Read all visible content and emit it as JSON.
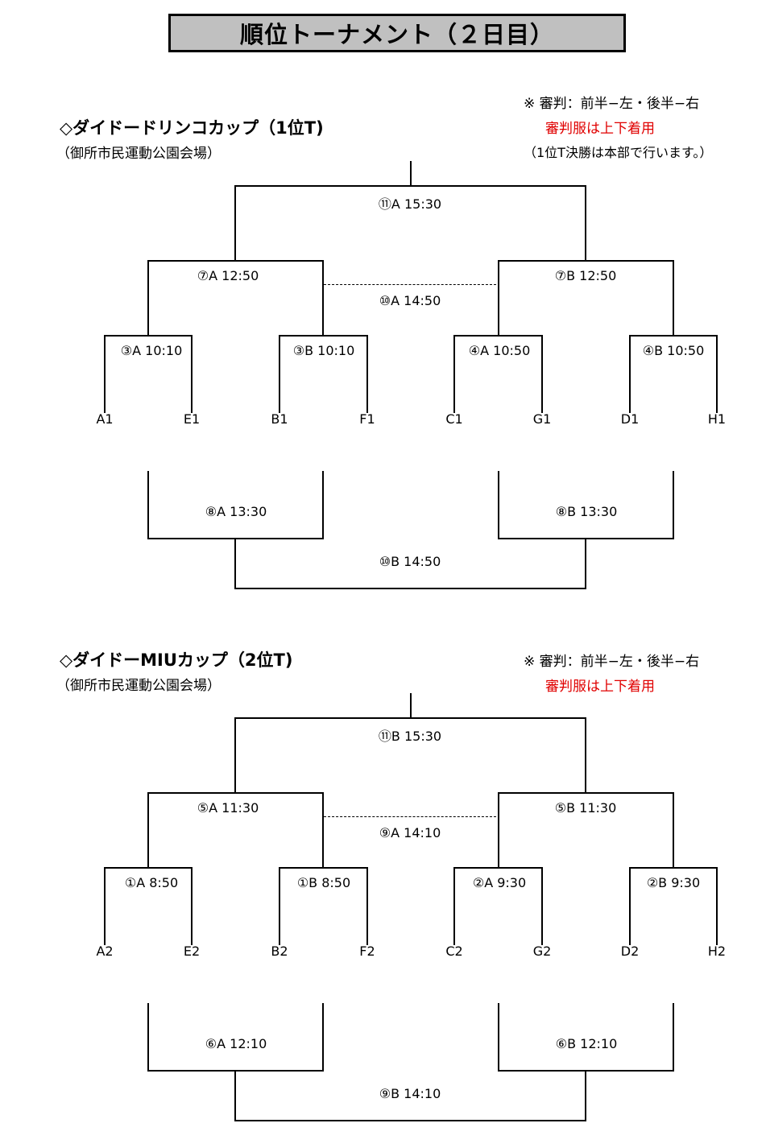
{
  "title": "順位トーナメント（２日目）",
  "section1": {
    "heading": "◇ダイドードリンコカップ（1位T)",
    "venue": "（御所市民運動公園会場）",
    "note_referee": "※ 審判：前半−左・後半−右",
    "note_uniform": "審判服は上下着用",
    "note_final": "（1位T決勝は本部で行います。）",
    "matches": {
      "final": "⑪A 15:30",
      "semi_left": "⑦A 12:50",
      "semi_right": "⑦B 12:50",
      "third_place": "⑩A 14:50",
      "qf1": "③A 10:10",
      "qf2": "③B 10:10",
      "qf3": "④A 10:50",
      "qf4": "④B 10:50",
      "cons_left": "⑧A 13:30",
      "cons_right": "⑧B 13:30",
      "cons_final": "⑩B 14:50"
    },
    "teams": [
      "A1",
      "E1",
      "B1",
      "F1",
      "C1",
      "G1",
      "D1",
      "H1"
    ]
  },
  "section2": {
    "heading": "◇ダイドーMIUカップ（2位T)",
    "venue": "（御所市民運動公園会場）",
    "note_referee": "※ 審判：前半−左・後半−右",
    "note_uniform": "審判服は上下着用",
    "matches": {
      "final": "⑪B 15:30",
      "semi_left": "⑤A 11:30",
      "semi_right": "⑤B 11:30",
      "third_place": "⑨A 14:10",
      "qf1": "①A 8:50",
      "qf2": "①B 8:50",
      "qf3": "②A 9:30",
      "qf4": "②B 9:30",
      "cons_left": "⑥A 12:10",
      "cons_right": "⑥B 12:10",
      "cons_final": "⑨B 14:10"
    },
    "teams": [
      "A2",
      "E2",
      "B2",
      "F2",
      "C2",
      "G2",
      "D2",
      "H2"
    ]
  },
  "colors": {
    "title_bg": "#c0c0c0",
    "note_red": "#e00000"
  }
}
